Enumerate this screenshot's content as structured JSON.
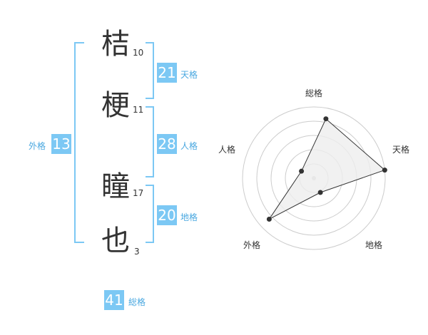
{
  "name": {
    "chars": [
      {
        "char": "桔",
        "strokes": "10"
      },
      {
        "char": "梗",
        "strokes": "11"
      },
      {
        "char": "瞳",
        "strokes": "17"
      },
      {
        "char": "也",
        "strokes": "3"
      }
    ]
  },
  "fortunes": {
    "tenkaku": {
      "value": "21",
      "label": "天格"
    },
    "jinkaku": {
      "value": "28",
      "label": "人格"
    },
    "chikaku": {
      "value": "20",
      "label": "地格"
    },
    "gaikaku": {
      "value": "13",
      "label": "外格"
    },
    "soukaku": {
      "value": "41",
      "label": "総格"
    }
  },
  "radar": {
    "axes": [
      "総格",
      "天格",
      "地格",
      "外格",
      "人格"
    ],
    "values": [
      0.85,
      1.0,
      0.22,
      0.85,
      0.2
    ],
    "fill_color": "#eeeeee",
    "stroke_color": "#333333",
    "accent_color": "#7cc8f4"
  }
}
